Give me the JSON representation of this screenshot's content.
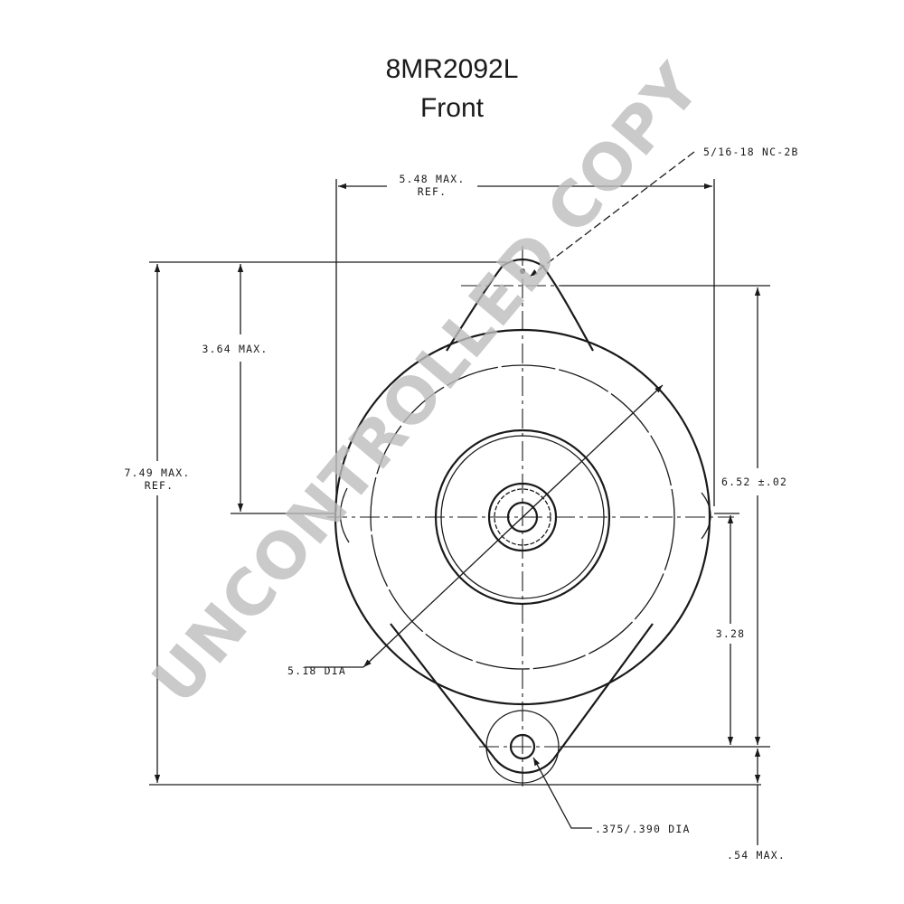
{
  "header": {
    "part_number": "8MR2092L",
    "view": "Front"
  },
  "dimensions": {
    "thread": "5/16-18 NC-2B",
    "width_line1": "5.48 MAX.",
    "width_line2": "REF.",
    "upper_height": "3.64 MAX.",
    "overall_height_line1": "7.49 MAX.",
    "overall_height_line2": "REF.",
    "mount_span": "6.52 ±.02",
    "lower_offset": "3.28",
    "body_diameter": "5.18 DIA",
    "hole_diameter": ".375/.390 DIA",
    "lower_ear": ".54 MAX."
  },
  "watermark": {
    "text": "UNCONTROLLED COPY",
    "color": "#bdbdbd"
  }
}
